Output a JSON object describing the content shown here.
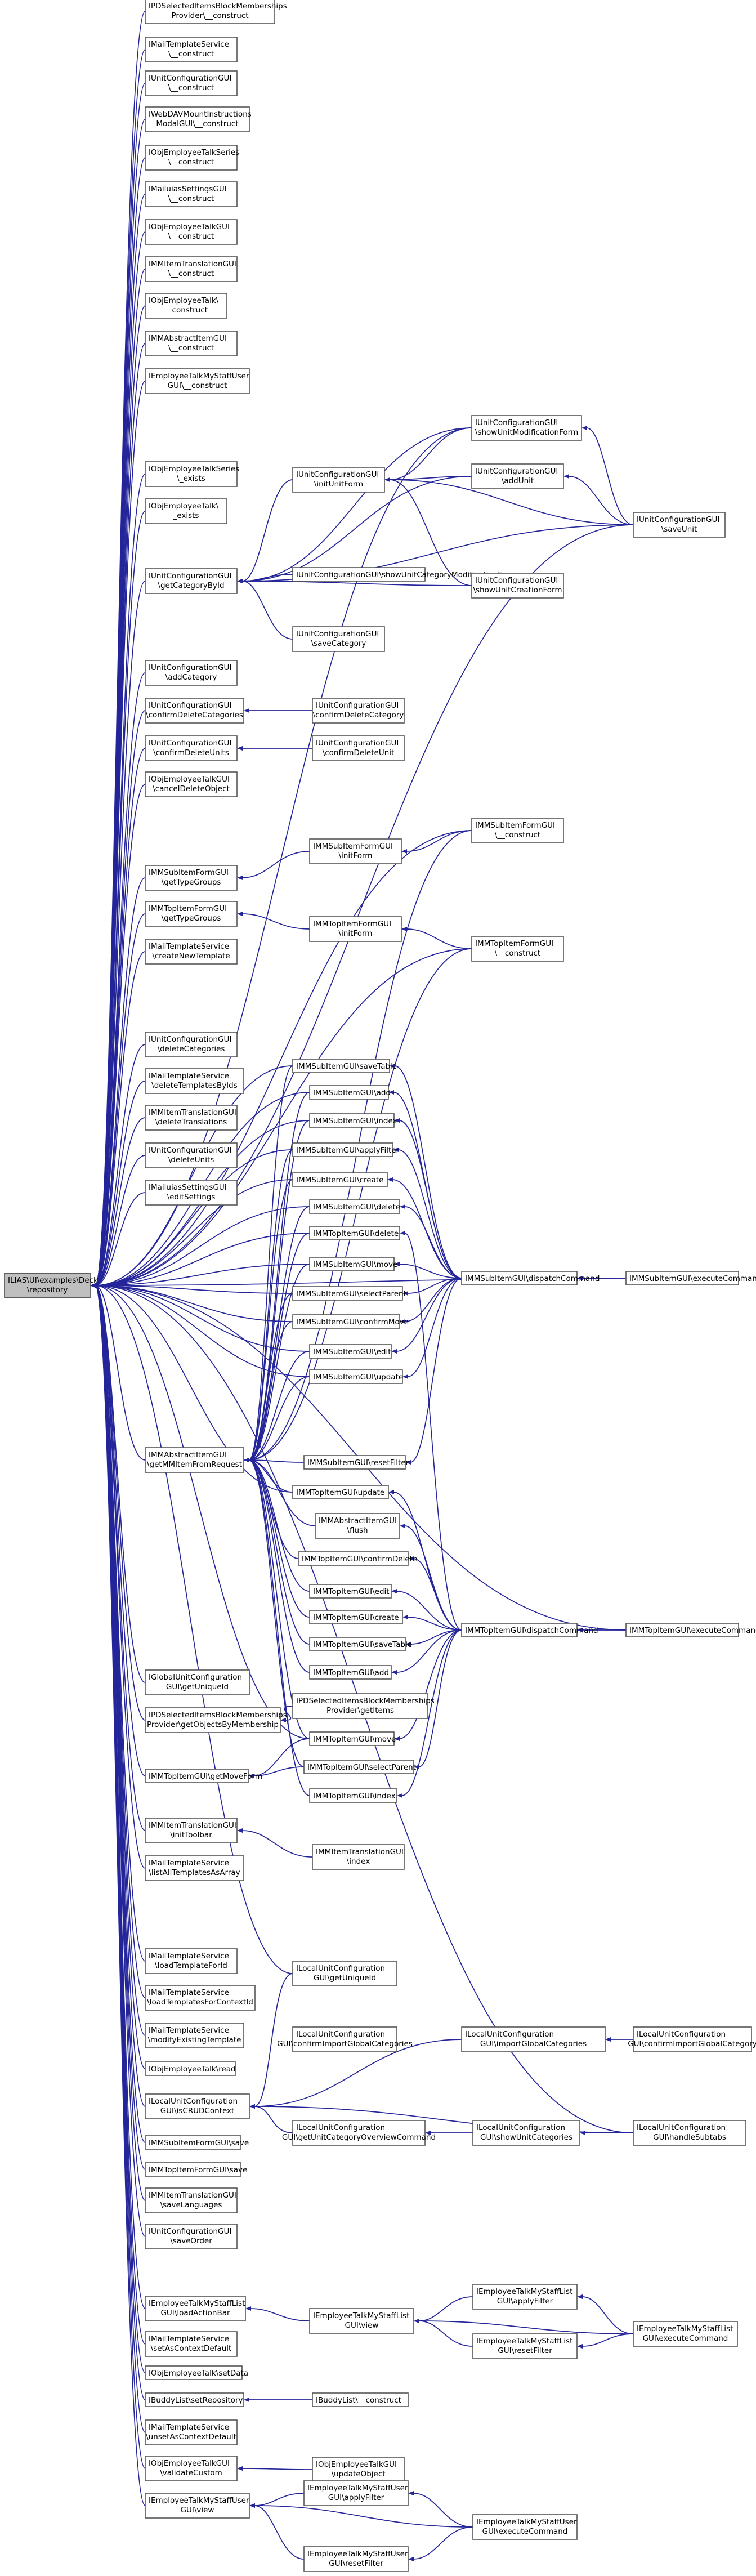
{
  "graph": {
    "focus_node": "n_root",
    "nodes": [
      {
        "id": "n_root",
        "lines": [
          "ILIAS\\UI\\examples\\Deck",
          "\\repository"
        ]
      },
      {
        "id": "n_ipds_construct",
        "lines": [
          "IPDSelectedItemsBlockMemberships",
          "Provider\\__construct"
        ]
      },
      {
        "id": "n_imts_construct",
        "lines": [
          "IMailTemplateService",
          "\\__construct"
        ]
      },
      {
        "id": "n_iucg_construct",
        "lines": [
          "IUnitConfigurationGUI",
          "\\__construct"
        ]
      },
      {
        "id": "n_iwebdav_construct",
        "lines": [
          "IWebDAVMountInstructions",
          "ModalGUI\\__construct"
        ]
      },
      {
        "id": "n_ioets_construct",
        "lines": [
          "IObjEmployeeTalkSeries",
          "\\__construct"
        ]
      },
      {
        "id": "n_imus_construct",
        "lines": [
          "IMailuiasSettingsGUI",
          "\\__construct"
        ]
      },
      {
        "id": "n_ioetg_construct",
        "lines": [
          "IObjEmployeeTalkGUI",
          "\\__construct"
        ]
      },
      {
        "id": "n_imitg_construct",
        "lines": [
          "IMMItemTranslationGUI",
          "\\__construct"
        ]
      },
      {
        "id": "n_ioet_construct",
        "lines": [
          "IObjEmployeeTalk\\",
          "__construct"
        ]
      },
      {
        "id": "n_imaig_construct",
        "lines": [
          "IMMAbstractItemGUI",
          "\\__construct"
        ]
      },
      {
        "id": "n_ietmsu_construct",
        "lines": [
          "IEmployeeTalkMyStaffUser",
          "GUI\\__construct"
        ]
      },
      {
        "id": "n_ioets_exists",
        "lines": [
          "IObjEmployeeTalkSeries",
          "\\_exists"
        ]
      },
      {
        "id": "n_ioet_exists",
        "lines": [
          "IObjEmployeeTalk\\",
          "_exists"
        ]
      },
      {
        "id": "n_iucg_getcat",
        "lines": [
          "IUnitConfigurationGUI",
          "\\getCategoryById"
        ]
      },
      {
        "id": "n_iucg_addcat",
        "lines": [
          "IUnitConfigurationGUI",
          "\\addCategory"
        ]
      },
      {
        "id": "n_iucg_confdelcats",
        "lines": [
          "IUnitConfigurationGUI",
          "\\confirmDeleteCategories"
        ]
      },
      {
        "id": "n_iucg_confdelunits",
        "lines": [
          "IUnitConfigurationGUI",
          "\\confirmDeleteUnits"
        ]
      },
      {
        "id": "n_ioetg_canceldel",
        "lines": [
          "IObjEmployeeTalkGUI",
          "\\cancelDeleteObject"
        ]
      },
      {
        "id": "n_imsfg_gettypes",
        "lines": [
          "IMMSubItemFormGUI",
          "\\getTypeGroups"
        ]
      },
      {
        "id": "n_imtfg_gettypes",
        "lines": [
          "IMMTopItemFormGUI",
          "\\getTypeGroups"
        ]
      },
      {
        "id": "n_imts_createnew",
        "lines": [
          "IMailTemplateService",
          "\\createNewTemplate"
        ]
      },
      {
        "id": "n_iucg_delcats",
        "lines": [
          "IUnitConfigurationGUI",
          "\\deleteCategories"
        ]
      },
      {
        "id": "n_imts_delbyids",
        "lines": [
          "IMailTemplateService",
          "\\deleteTemplatesByIds"
        ]
      },
      {
        "id": "n_imitg_deltrans",
        "lines": [
          "IMMItemTranslationGUI",
          "\\deleteTranslations"
        ]
      },
      {
        "id": "n_iucg_delunits",
        "lines": [
          "IUnitConfigurationGUI",
          "\\deleteUnits"
        ]
      },
      {
        "id": "n_imus_editsettings",
        "lines": [
          "IMailuiasSettingsGUI",
          "\\editSettings"
        ]
      },
      {
        "id": "n_imaig_getitem",
        "lines": [
          "IMMAbstractItemGUI",
          "\\getMMItemFromRequest"
        ]
      },
      {
        "id": "n_iguc_getuniqueid",
        "lines": [
          "IGlobalUnitConfiguration",
          "GUI\\getUniqueId"
        ]
      },
      {
        "id": "n_ipds_getobjs",
        "lines": [
          "IPDSelectedItemsBlockMemberships",
          "Provider\\getObjectsByMembership"
        ]
      },
      {
        "id": "n_imtig_getmove",
        "lines": [
          "IMMTopItemGUI\\getMoveForm"
        ]
      },
      {
        "id": "n_imitg_inittoolbar",
        "lines": [
          "IMMItemTranslationGUI",
          "\\initToolbar"
        ]
      },
      {
        "id": "n_imts_listall",
        "lines": [
          "IMailTemplateService",
          "\\listAllTemplatesAsArray"
        ]
      },
      {
        "id": "n_imts_loadformid",
        "lines": [
          "IMailTemplateService",
          "\\loadTemplateForId"
        ]
      },
      {
        "id": "n_imts_loadctx",
        "lines": [
          "IMailTemplateService",
          "\\loadTemplatesForContextId"
        ]
      },
      {
        "id": "n_imts_modify",
        "lines": [
          "IMailTemplateService",
          "\\modifyExistingTemplate"
        ]
      },
      {
        "id": "n_ioet_read",
        "lines": [
          "IObjEmployeeTalk\\read"
        ]
      },
      {
        "id": "n_iluc_getctx",
        "lines": [
          "ILocalUnitConfiguration",
          "GUI\\isCRUDContext"
        ]
      },
      {
        "id": "n_imsfg_save",
        "lines": [
          "IMMSubItemFormGUI\\save"
        ]
      },
      {
        "id": "n_imtfg_save",
        "lines": [
          "IMMTopItemFormGUI\\save"
        ]
      },
      {
        "id": "n_imitg_savelang",
        "lines": [
          "IMMItemTranslationGUI",
          "\\saveLanguages"
        ]
      },
      {
        "id": "n_iucg_saveorder",
        "lines": [
          "IUnitConfigurationGUI",
          "\\saveOrder"
        ]
      },
      {
        "id": "n_ietmsl_loadbar",
        "lines": [
          "IEmployeeTalkMyStaffList",
          "GUI\\loadActionBar"
        ]
      },
      {
        "id": "n_imts_unsetctx",
        "lines": [
          "IMailTemplateService",
          "\\setAsContextDefault"
        ]
      },
      {
        "id": "n_ioetg_setdata",
        "lines": [
          "IObjEmployeeTalk\\setData"
        ]
      },
      {
        "id": "n_ibul_setrepo",
        "lines": [
          "IBuddyList\\setRepository"
        ]
      },
      {
        "id": "n_imts_unsetdefault",
        "lines": [
          "IMailTemplateService",
          "\\unsetAsContextDefault"
        ]
      },
      {
        "id": "n_ioetg_validate",
        "lines": [
          "IObjEmployeeTalkGUI",
          "\\validateCustom"
        ]
      },
      {
        "id": "n_ietmsu_view",
        "lines": [
          "IEmployeeTalkMyStaffUser",
          "GUI\\view"
        ]
      },
      {
        "id": "n_iucg_initunit",
        "lines": [
          "IUnitConfigurationGUI",
          "\\initUnitForm"
        ]
      },
      {
        "id": "n_iucg_showcatmod",
        "lines": [
          "IUnitConfigurationGUI\\showUnitCategoryModificationForm"
        ]
      },
      {
        "id": "n_iucg_savecat",
        "lines": [
          "IUnitConfigurationGUI",
          "\\saveCategory"
        ]
      },
      {
        "id": "n_iucg_showunitmod",
        "lines": [
          "IUnitConfigurationGUI",
          "\\showUnitModificationForm"
        ]
      },
      {
        "id": "n_iucg_addunit",
        "lines": [
          "IUnitConfigurationGUI",
          "\\addUnit"
        ]
      },
      {
        "id": "n_iucg_showunitcreate",
        "lines": [
          "IUnitConfigurationGUI",
          "\\showUnitCreationForm"
        ]
      },
      {
        "id": "n_iucg_saveunit",
        "lines": [
          "IUnitConfigurationGUI",
          "\\saveUnit"
        ]
      },
      {
        "id": "n_iucg_confdelcat",
        "lines": [
          "IUnitConfigurationGUI",
          "\\confirmDeleteCategory"
        ]
      },
      {
        "id": "n_iucg_confdelunit",
        "lines": [
          "IUnitConfigurationGUI",
          "\\confirmDeleteUnit"
        ]
      },
      {
        "id": "n_imsfg_initform",
        "lines": [
          "IMMSubItemFormGUI",
          "\\initForm"
        ]
      },
      {
        "id": "n_imsfg_construct",
        "lines": [
          "IMMSubItemFormGUI",
          "\\__construct"
        ]
      },
      {
        "id": "n_imtfg_initform",
        "lines": [
          "IMMTopItemFormGUI",
          "\\initForm"
        ]
      },
      {
        "id": "n_imtfg_construct",
        "lines": [
          "IMMTopItemFormGUI",
          "\\__construct"
        ]
      },
      {
        "id": "n_imsig_savetable",
        "lines": [
          "IMMSubItemGUI\\saveTable"
        ]
      },
      {
        "id": "n_imsig_add",
        "lines": [
          "IMMSubItemGUI\\add"
        ]
      },
      {
        "id": "n_imsig_index",
        "lines": [
          "IMMSubItemGUI\\index"
        ]
      },
      {
        "id": "n_imsig_applyfilter",
        "lines": [
          "IMMSubItemGUI\\applyFilter"
        ]
      },
      {
        "id": "n_imsig_create",
        "lines": [
          "IMMSubItemGUI\\create"
        ]
      },
      {
        "id": "n_imsig_delete",
        "lines": [
          "IMMSubItemGUI\\delete"
        ]
      },
      {
        "id": "n_imtig_delete",
        "lines": [
          "IMMTopItemGUI\\delete"
        ]
      },
      {
        "id": "n_imsig_move",
        "lines": [
          "IMMSubItemGUI\\move"
        ]
      },
      {
        "id": "n_imsig_selectparent",
        "lines": [
          "IMMSubItemGUI\\selectParent"
        ]
      },
      {
        "id": "n_imsig_confirmmove",
        "lines": [
          "IMMSubItemGUI\\confirmMove"
        ]
      },
      {
        "id": "n_imsig_edit",
        "lines": [
          "IMMSubItemGUI\\edit"
        ]
      },
      {
        "id": "n_imsig_update",
        "lines": [
          "IMMSubItemGUI\\update"
        ]
      },
      {
        "id": "n_imsig_resetfilter",
        "lines": [
          "IMMSubItemGUI\\resetFilter"
        ]
      },
      {
        "id": "n_imtig_update",
        "lines": [
          "IMMTopItemGUI\\update"
        ]
      },
      {
        "id": "n_imaig_flush",
        "lines": [
          "IMMAbstractItemGUI",
          "\\flush"
        ]
      },
      {
        "id": "n_imtig_confirmdelete",
        "lines": [
          "IMMTopItemGUI\\confirmDelete"
        ]
      },
      {
        "id": "n_imtig_edit",
        "lines": [
          "IMMTopItemGUI\\edit"
        ]
      },
      {
        "id": "n_imtig_create",
        "lines": [
          "IMMTopItemGUI\\create"
        ]
      },
      {
        "id": "n_imtig_savetable",
        "lines": [
          "IMMTopItemGUI\\saveTable"
        ]
      },
      {
        "id": "n_imtig_add",
        "lines": [
          "IMMTopItemGUI\\add"
        ]
      },
      {
        "id": "n_ipds_getitems",
        "lines": [
          "IPDSelectedItemsBlockMemberships",
          "Provider\\getItems"
        ]
      },
      {
        "id": "n_imtig_move",
        "lines": [
          "IMMTopItemGUI\\move"
        ]
      },
      {
        "id": "n_imtig_selectparent",
        "lines": [
          "IMMTopItemGUI\\selectParent"
        ]
      },
      {
        "id": "n_imtig_index",
        "lines": [
          "IMMTopItemGUI\\index"
        ]
      },
      {
        "id": "n_imitg_index",
        "lines": [
          "IMMItemTranslationGUI",
          "\\index"
        ]
      },
      {
        "id": "n_iluc_getuniqueid",
        "lines": [
          "ILocalUnitConfiguration",
          "GUI\\getUniqueId"
        ]
      },
      {
        "id": "n_iluc_confimport",
        "lines": [
          "ILocalUnitConfiguration",
          "GUI\\confirmImportGlobalCategories"
        ]
      },
      {
        "id": "n_iluc_getoverview",
        "lines": [
          "ILocalUnitConfiguration",
          "GUI\\getUnitCategoryOverviewCommand"
        ]
      },
      {
        "id": "n_imsig_dispatch",
        "lines": [
          "IMMSubItemGUI\\dispatchCommand"
        ]
      },
      {
        "id": "n_imtig_dispatch",
        "lines": [
          "IMMTopItemGUI\\dispatchCommand"
        ]
      },
      {
        "id": "n_iluc_importglobal",
        "lines": [
          "ILocalUnitConfiguration",
          "GUI\\importGlobalCategories"
        ]
      },
      {
        "id": "n_iluc_showunitcats",
        "lines": [
          "ILocalUnitConfiguration",
          "GUI\\showUnitCategories"
        ]
      },
      {
        "id": "n_ietmsl_view",
        "lines": [
          "IEmployeeTalkMyStaffList",
          "GUI\\view"
        ]
      },
      {
        "id": "n_ibul_construct",
        "lines": [
          "IBuddyList\\__construct"
        ]
      },
      {
        "id": "n_ioetg_updateobj",
        "lines": [
          "IObjEmployeeTalkGUI",
          "\\updateObject"
        ]
      },
      {
        "id": "n_ietmsu_applyfilter",
        "lines": [
          "IEmployeeTalkMyStaffUser",
          "GUI\\applyFilter"
        ]
      },
      {
        "id": "n_ietmsu_resetfilter",
        "lines": [
          "IEmployeeTalkMyStaffUser",
          "GUI\\resetFilter"
        ]
      },
      {
        "id": "n_imsig_exec",
        "lines": [
          "IMMSubItemGUI\\executeCommand"
        ]
      },
      {
        "id": "n_imtig_exec",
        "lines": [
          "IMMTopItemGUI\\executeCommand"
        ]
      },
      {
        "id": "n_iluc_confimport2",
        "lines": [
          "ILocalUnitConfiguration",
          "GUI\\confirmImportGlobalCategory"
        ]
      },
      {
        "id": "n_iluc_handlesubtabs",
        "lines": [
          "ILocalUnitConfiguration",
          "GUI\\handleSubtabs"
        ]
      },
      {
        "id": "n_ietmsl_applyfilter",
        "lines": [
          "IEmployeeTalkMyStaffList",
          "GUI\\applyFilter"
        ]
      },
      {
        "id": "n_ietmsl_resetfilter",
        "lines": [
          "IEmployeeTalkMyStaffList",
          "GUI\\resetFilter"
        ]
      },
      {
        "id": "n_ietmsl_exec",
        "lines": [
          "IEmployeeTalkMyStaffList",
          "GUI\\executeCommand"
        ]
      },
      {
        "id": "n_ietmsu_exec",
        "lines": [
          "IEmployeeTalkMyStaffUser",
          "GUI\\executeCommand"
        ]
      }
    ]
  }
}
